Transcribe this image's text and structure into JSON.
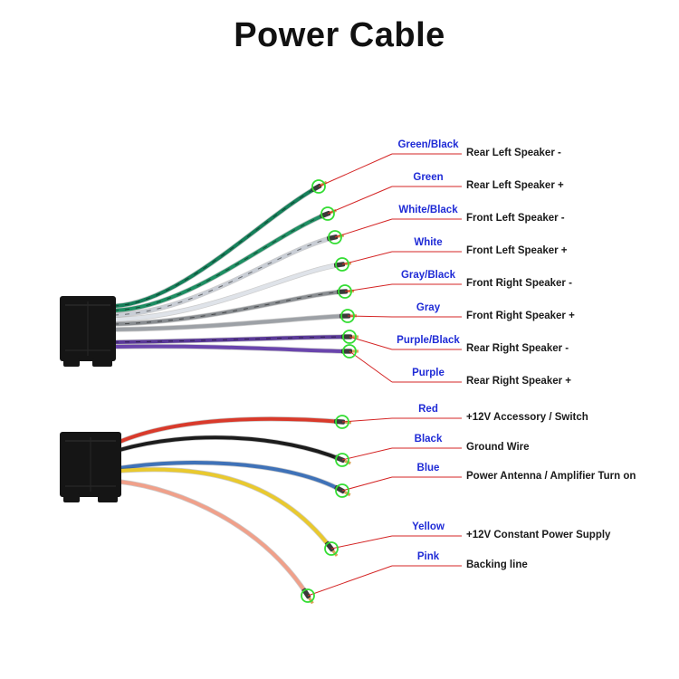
{
  "title": "Power Cable",
  "colors": {
    "label_text": "#1f2bd6",
    "leader_line": "#d42424",
    "marker_ring": "#33dd33",
    "connector": "#151515"
  },
  "groups": [
    {
      "name": "speaker-harness",
      "wires": [
        {
          "color_label": "Green/Black",
          "function": "Rear Left Speaker -",
          "wire_color": "#15805a"
        },
        {
          "color_label": "Green",
          "function": "Rear Left Speaker +",
          "wire_color": "#1e8f63"
        },
        {
          "color_label": "White/Black",
          "function": "Front Left Speaker -",
          "wire_color": "#c9ced6"
        },
        {
          "color_label": "White",
          "function": "Front Left Speaker +",
          "wire_color": "#dfe3e9"
        },
        {
          "color_label": "Gray/Black",
          "function": "Front Right Speaker -",
          "wire_color": "#8a8e92"
        },
        {
          "color_label": "Gray",
          "function": "Front Right Speaker +",
          "wire_color": "#9da1a6"
        },
        {
          "color_label": "Purple/Black",
          "function": "Rear Right Speaker -",
          "wire_color": "#5b3a99"
        },
        {
          "color_label": "Purple",
          "function": "Rear Right Speaker +",
          "wire_color": "#6a45ad"
        }
      ]
    },
    {
      "name": "power-harness",
      "wires": [
        {
          "color_label": "Red",
          "function": "+12V  Accessory / Switch",
          "wire_color": "#d93a2b"
        },
        {
          "color_label": "Black",
          "function": "Ground Wire",
          "wire_color": "#1c1c1c"
        },
        {
          "color_label": "Blue",
          "function": "Power Antenna / Amplifier Turn on",
          "wire_color": "#3f72b8"
        },
        {
          "color_label": "Yellow",
          "function": "+12V Constant Power Supply",
          "wire_color": "#e9c92e"
        },
        {
          "color_label": "Pink",
          "function": "Backing line",
          "wire_color": "#f0a08a"
        }
      ]
    }
  ]
}
